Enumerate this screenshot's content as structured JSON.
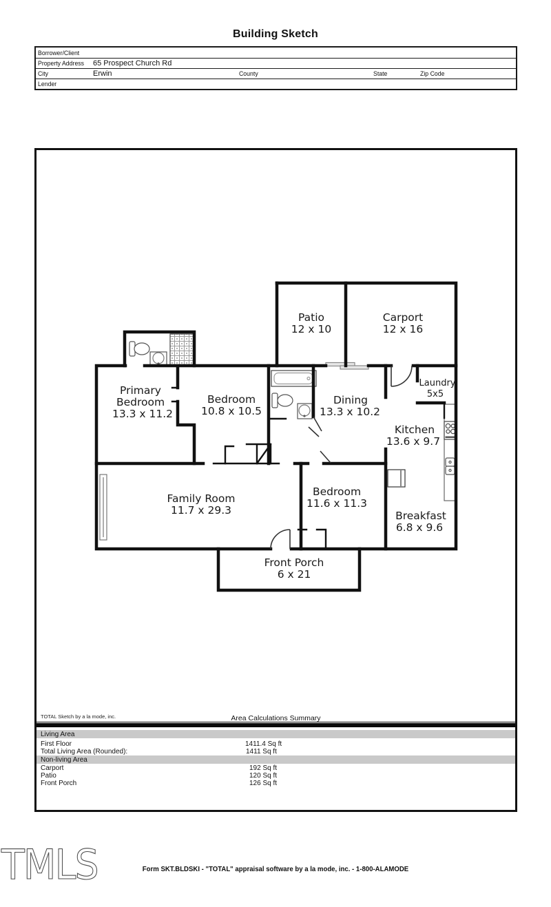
{
  "title": "Building Sketch",
  "form": {
    "rows": [
      {
        "label": "Borrower/Client",
        "value": ""
      },
      {
        "label": "Property Address",
        "value": "65 Prospect Church Rd"
      },
      {
        "label": "City",
        "value": "Erwin",
        "county_label": "County",
        "state_label": "State",
        "zip_label": "Zip Code"
      },
      {
        "label": "Lender",
        "value": ""
      }
    ]
  },
  "sketch": {
    "rooms": [
      {
        "lines": [
          "Patio",
          "12 x 10"
        ]
      },
      {
        "lines": [
          "Carport",
          "12 x 16"
        ]
      },
      {
        "lines": [
          "Laundry",
          "5x5"
        ]
      },
      {
        "lines": [
          "Primary",
          "Bedroom",
          "13.3 x 11.2"
        ]
      },
      {
        "lines": [
          "Bedroom",
          "10.8 x 10.5"
        ]
      },
      {
        "lines": [
          "Dining",
          "13.3 x 10.2"
        ]
      },
      {
        "lines": [
          "Kitchen",
          "13.6 x 9.7"
        ]
      },
      {
        "lines": [
          "Family Room",
          "11.7 x 29.3"
        ]
      },
      {
        "lines": [
          "Bedroom",
          "11.6 x 11.3"
        ]
      },
      {
        "lines": [
          "Breakfast",
          "6.8 x 9.6"
        ]
      },
      {
        "lines": [
          "Front Porch",
          "6 x 21"
        ]
      }
    ]
  },
  "summary": {
    "branding": "TOTAL Sketch by a la mode, inc.",
    "title": "Area Calculations Summary",
    "living_header": "Living Area",
    "living_rows": [
      {
        "label": "First Floor",
        "value": "1411.4 Sq ft"
      },
      {
        "label": "Total Living Area (Rounded):",
        "value": "1411 Sq ft"
      }
    ],
    "nonliving_header": "Non-living Area",
    "nonliving_rows": [
      {
        "label": "Carport",
        "value": "192 Sq ft"
      },
      {
        "label": "Patio",
        "value": "120 Sq ft"
      },
      {
        "label": "Front Porch",
        "value": "126 Sq ft"
      }
    ]
  },
  "footer": {
    "form_text": "Form SKT.BLDSKI - \"TOTAL\" appraisal software by a la mode, inc. - 1-800-ALAMODE"
  },
  "watermark": "TMLS"
}
